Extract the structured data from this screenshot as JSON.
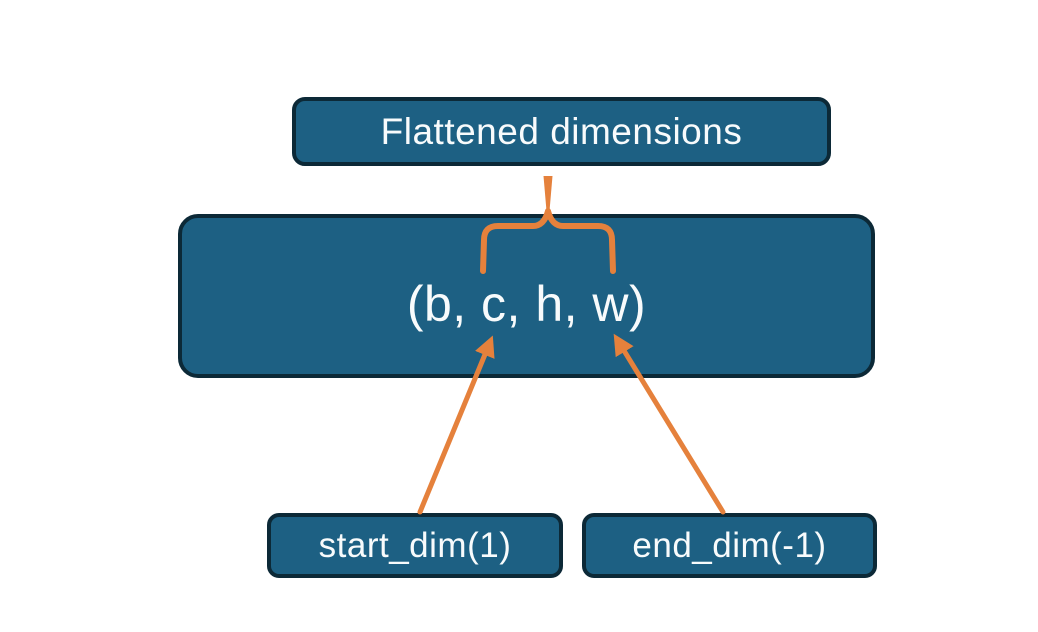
{
  "diagram": {
    "title_box": {
      "label": "Flattened dimensions"
    },
    "tensor_box": {
      "label": "(b, c, h, w)"
    },
    "start_dim_box": {
      "label": "start_dim(1)"
    },
    "end_dim_box": {
      "label": "end_dim(-1)"
    },
    "connectors": {
      "stem": "title-to-brace-stem",
      "brace": "upward-curly-brace-over-c-h-w",
      "arrow_left": "start-dim-to-tensor-arrow",
      "arrow_right": "end-dim-to-tensor-arrow"
    }
  },
  "colors": {
    "background": "#ffffff",
    "box_fill": "#1d6083",
    "box_border": "#0c2937",
    "box_text": "#f8fbfc",
    "accent_orange": "#e5813c"
  }
}
